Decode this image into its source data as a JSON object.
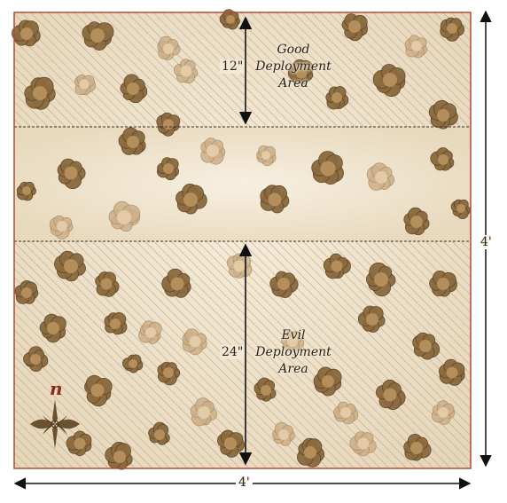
{
  "colors": {
    "parchment": "#efe3cc",
    "hatch": "#b6a58c",
    "border": "#b04a38",
    "divider": "#3a3026",
    "tree_dark": "#8a6a3e",
    "tree_light": "#cdb08a",
    "compass": "#8c2a1e"
  },
  "zones": {
    "good": {
      "line1": "Good",
      "line2": "Deployment",
      "line3": "Area",
      "measure": "12\""
    },
    "evil": {
      "line1": "Evil",
      "line2": "Deployment",
      "line3": "Area",
      "measure": "24\""
    }
  },
  "dimensions": {
    "width_label": "4'",
    "height_label": "4'"
  },
  "compass": {
    "letter": "n",
    "icon": "compass-rose-icon"
  }
}
